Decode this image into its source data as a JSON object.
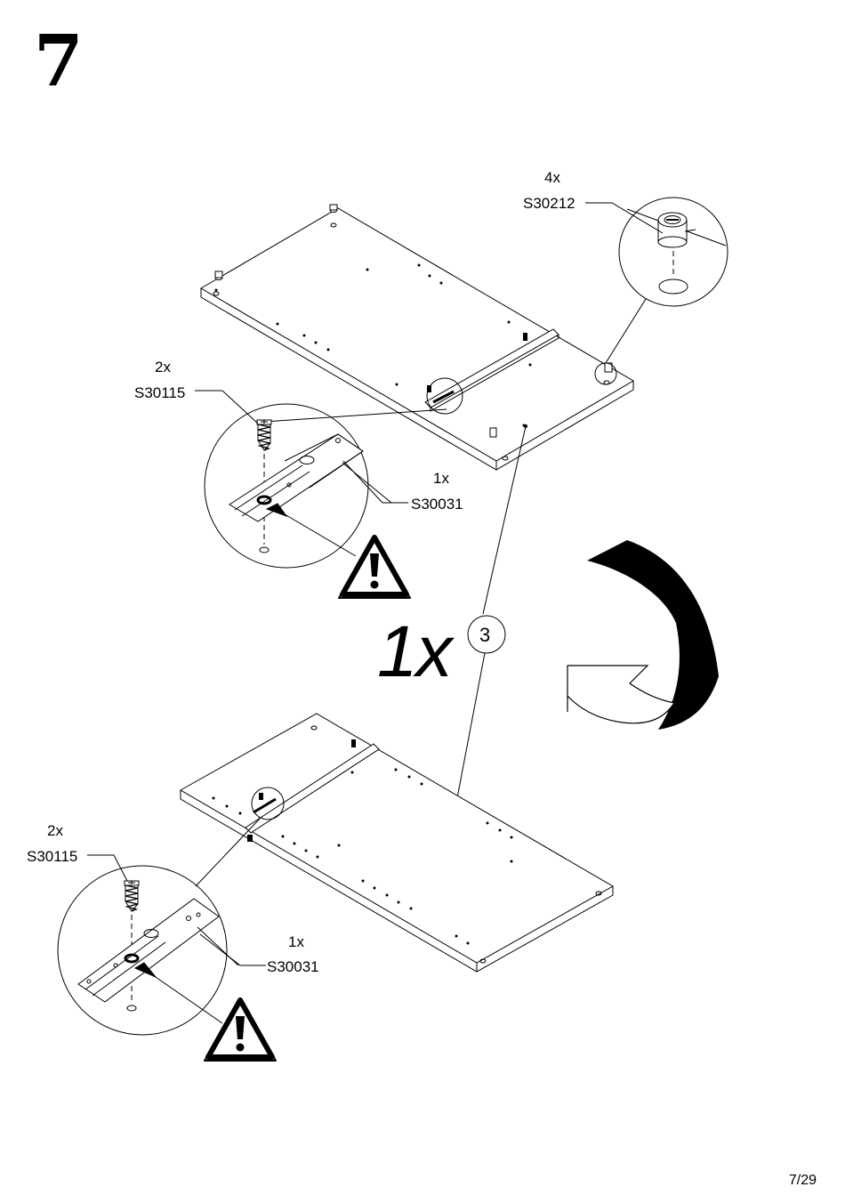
{
  "step": {
    "number": "7"
  },
  "top_panel": {
    "cam_lock": {
      "qty": "4x",
      "code": "S30212"
    },
    "screw": {
      "qty": "2x",
      "code": "S30115"
    },
    "slide": {
      "qty": "1x",
      "code": "S30031"
    }
  },
  "bottom_panel": {
    "screw": {
      "qty": "2x",
      "code": "S30115"
    },
    "slide": {
      "qty": "1x",
      "code": "S30031"
    }
  },
  "assembly": {
    "qty": "1x",
    "part_ref": "3"
  },
  "icons": [
    "warning-icon",
    "rotate-arrow-icon",
    "cam-lock-icon",
    "screw-icon",
    "drawer-slide-icon"
  ],
  "page": {
    "indicator": "7/29"
  }
}
